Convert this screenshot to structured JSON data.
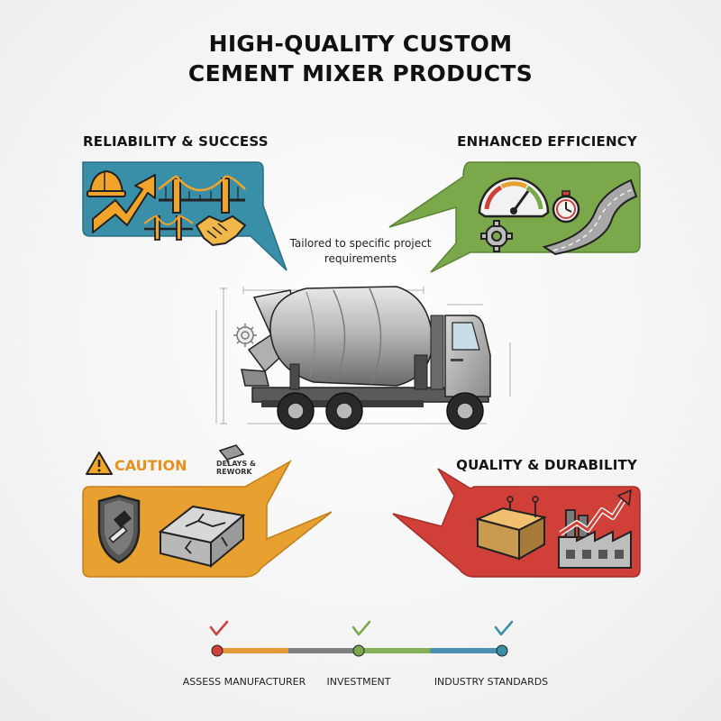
{
  "title": {
    "line1": "HIGH-QUALITY CUSTOM",
    "line2": "CEMENT MIXER PRODUCTS"
  },
  "sections": {
    "reliability": {
      "heading": "RELIABILITY & SUCCESS",
      "color": "#3a8fa8"
    },
    "efficiency": {
      "heading": "ENHANCED EFFICIENCY",
      "color": "#7aa84a"
    },
    "caution": {
      "heading": "CAUTION",
      "color": "#e8a030",
      "sub_label": "DELAYS & REWORK"
    },
    "quality": {
      "heading": "QUALITY & DURABILITY",
      "color": "#d04038"
    }
  },
  "center": {
    "callout": "Tailored to specific project requirements"
  },
  "timeline": {
    "labels": [
      "ASSESS MANUFACTURER",
      "INVESTMENT",
      "INDUSTRY STANDARDS"
    ],
    "segment_colors": [
      "#e89a3a",
      "#808080",
      "#86b05a",
      "#4a8fb0"
    ],
    "check_colors": [
      "#d04038",
      "#7aa84a",
      "#3a8fa8"
    ]
  }
}
